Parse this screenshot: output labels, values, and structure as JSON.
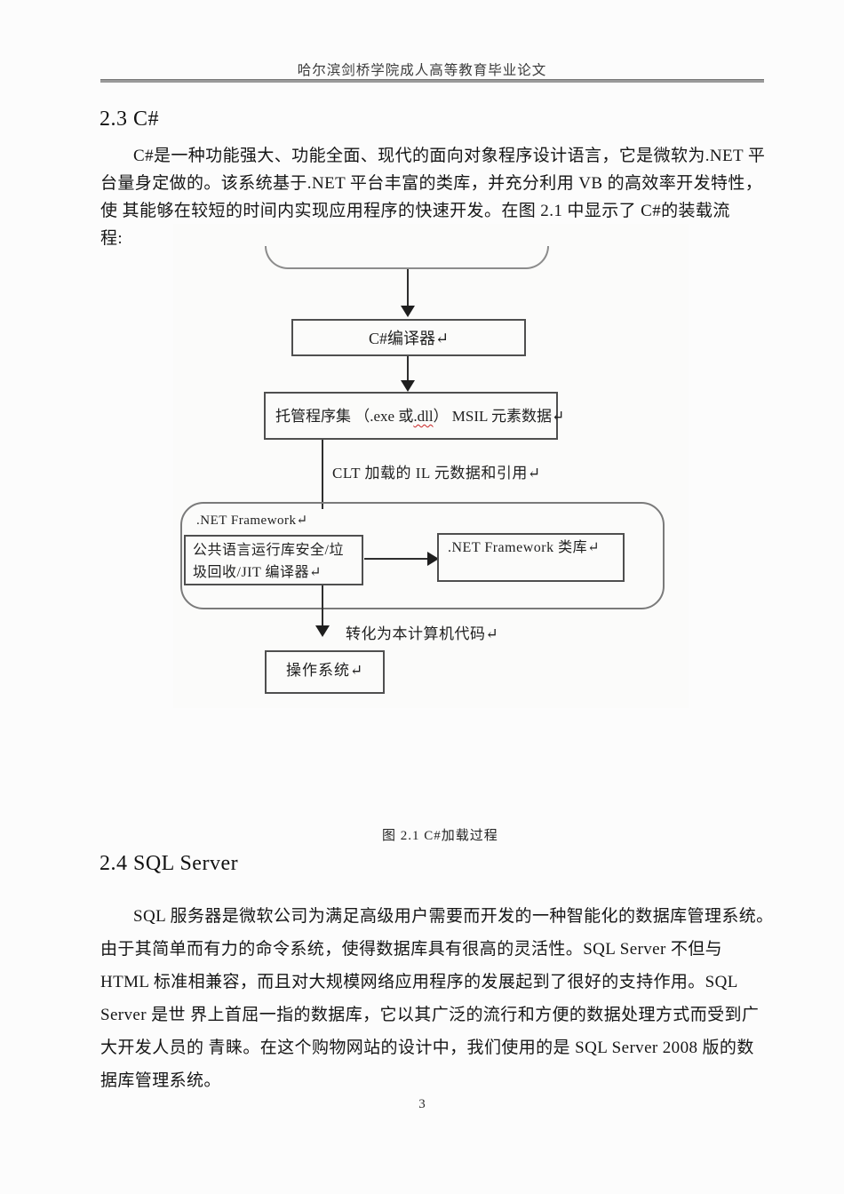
{
  "header": {
    "title": "哈尔滨剑桥学院成人高等教育毕业论文"
  },
  "section_23": {
    "heading": "2.3  C#",
    "lines": [
      "C#是一种功能强大、功能全面、现代的面向对象程序设计语言，它是微软为.NET 平",
      "台量身定做的。该系统基于.NET 平台丰富的类库，并充分利用 VB 的高效率开发特性，",
      "使 其能够在较短的时间内实现应用程序的快速开发。在图 2.1 中显示了 C#的装载流",
      "程:"
    ]
  },
  "figure": {
    "caption": "图  2.1 C#加载过程",
    "flowchart": {
      "compiler_box": "C#编译器↵",
      "assembly_pre": "托管程序集 （.exe 或",
      "assembly_wavy": ".dll",
      "assembly_post": "） MSIL 元素数据↵",
      "clt_label": "CLT 加载的 IL 元数据和引用↵",
      "framework_label": ".NET Framework↵",
      "clr_box": "公共语言运行库安全/垃圾回收/JIT 编译器↵",
      "classlib_box": ".NET Framework 类库↵",
      "convert_label": "转化为本计算机代码↵",
      "os_box": "操作系统↵"
    }
  },
  "section_24": {
    "heading": "2.4  SQL Server",
    "lines": [
      "SQL 服务器是微软公司为满足高级用户需要而开发的一种智能化的数据库管理系统。",
      "由于其简单而有力的命令系统，使得数据库具有很高的灵活性。SQL Server 不但与",
      "HTML 标准相兼容，而且对大规模网络应用程序的发展起到了很好的支持作用。SQL",
      "Server 是世 界上首屈一指的数据库，它以其广泛的流行和方便的数据处理方式而受到广",
      "大开发人员的 青睐。在这个购物网站的设计中，我们使用的是  SQL Server 2008 版的数",
      "据库管理系统。"
    ]
  },
  "footer": {
    "page_number": "3"
  },
  "colors": {
    "text": "#1b1b1b",
    "box_border": "#4f4f4f",
    "container_border": "#7a7a7a",
    "header_rule": "#9a9a9a",
    "spellcheck_wavy": "#c82323",
    "background": "#fcfcfc"
  }
}
